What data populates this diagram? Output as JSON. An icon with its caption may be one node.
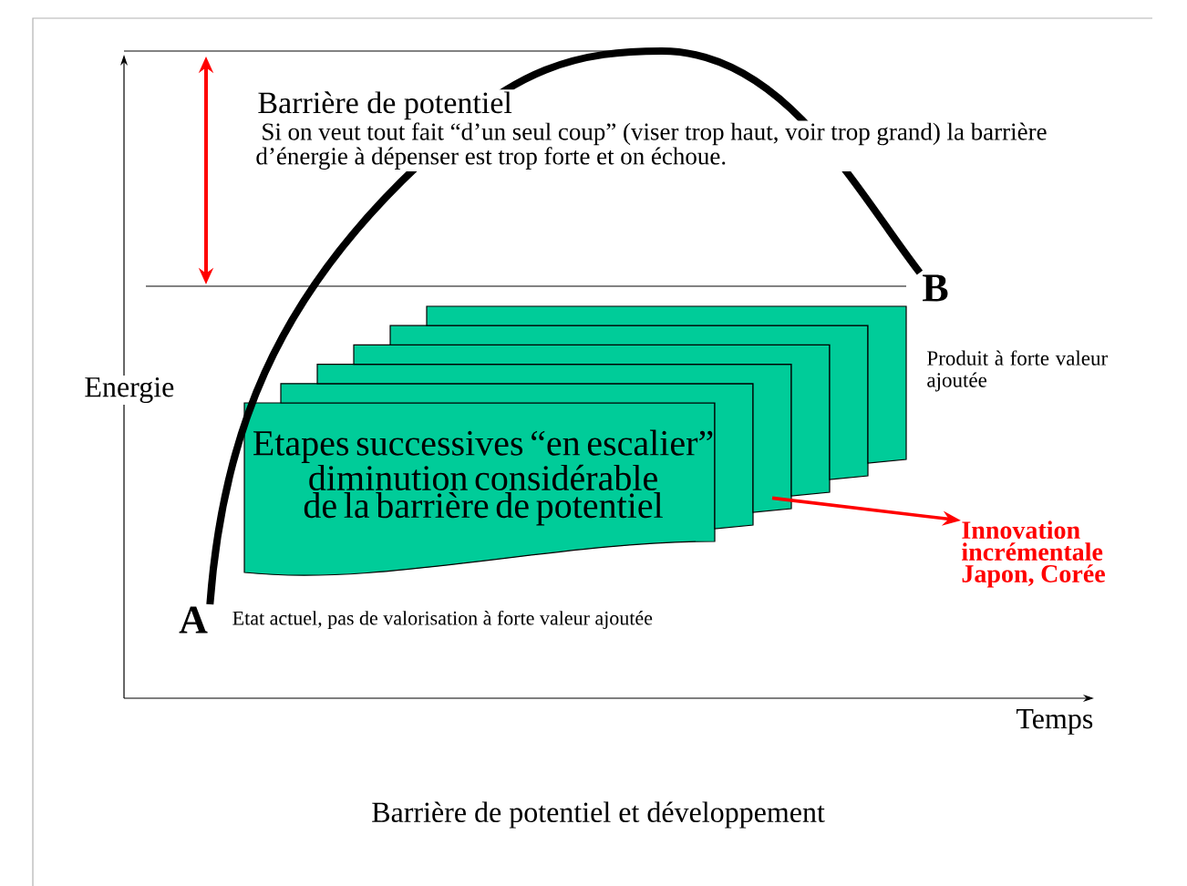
{
  "diagram": {
    "caption": "Barrière de potentiel et développement",
    "nodes": [
      {
        "text": [
          "Etapes successives “en escalier” diminution considérable de la barrière de potentiel"
        ]
      },
      {
        "text": [],
        "shape": "box"
      },
      {
        "text": [],
        "shape": "box"
      },
      {
        "text": [],
        "shape": "box"
      },
      {
        "text": [],
        "shape": "box"
      },
      {
        "text": [],
        "shape": "box"
      },
      {
        "text": [
          "A"
        ],
        "beside": [
          "Etat actuel, pas de valorisation à forte valeur ajoutée"
        ]
      },
      {
        "text": [
          "B"
        ]
      },
      {
        "text": [
          "Innovation incrémentale Japon, Corée"
        ]
      }
    ],
    "edges": [
      {
        "from": 6,
        "to": 7,
        "arrow": "none",
        "style": "thick"
      },
      {
        "from": 2,
        "to": 8,
        "arrow": "to",
        "color": "#ff0000"
      }
    ],
    "labels": [
      "Barrière de potentiel",
      "Si on veut tout fait “d’un seul coup” (viser trop haut, voir trop grand) la barrière d’énergie à dépenser est trop forte et on échoue.",
      "Produit à forte valeur ajoutée",
      "Energie",
      "Temps"
    ]
  }
}
